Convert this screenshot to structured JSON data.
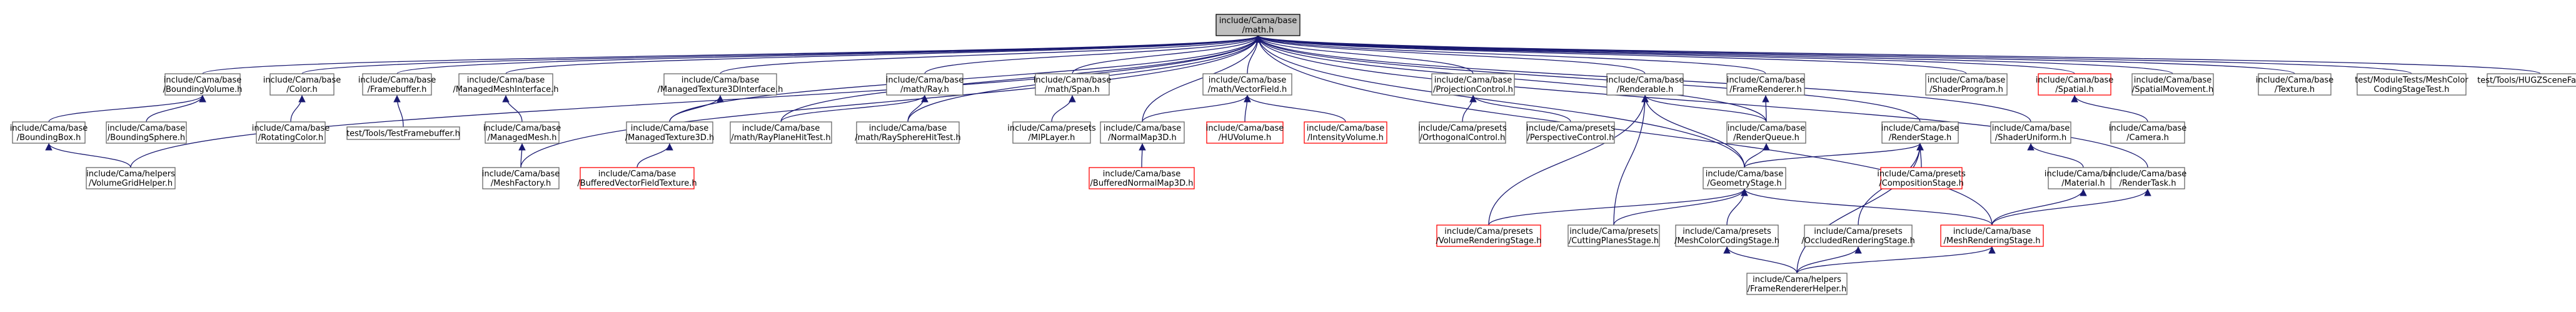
{
  "graph": {
    "colors": {
      "edge": "#191970",
      "root_fill": "#bfbfbf",
      "node_border": "#666666",
      "missing_border": "#ff0000"
    },
    "nodes": [
      {
        "id": "math",
        "lines": [
          "include/Cama/base",
          "/math.h"
        ],
        "style": "root"
      },
      {
        "id": "BoundingVolume",
        "lines": [
          "include/Cama/base",
          "/BoundingVolume.h"
        ],
        "style": "normal"
      },
      {
        "id": "Color",
        "lines": [
          "include/Cama/base",
          "/Color.h"
        ],
        "style": "normal"
      },
      {
        "id": "Framebuffer",
        "lines": [
          "include/Cama/base",
          "/Framebuffer.h"
        ],
        "style": "normal"
      },
      {
        "id": "ManagedMeshInterface",
        "lines": [
          "include/Cama/base",
          "/ManagedMeshInterface.h"
        ],
        "style": "normal"
      },
      {
        "id": "ManagedTexture3DInterface",
        "lines": [
          "include/Cama/base",
          "/ManagedTexture3DInterface.h"
        ],
        "style": "normal"
      },
      {
        "id": "Ray",
        "lines": [
          "include/Cama/base",
          "/math/Ray.h"
        ],
        "style": "normal"
      },
      {
        "id": "Span",
        "lines": [
          "include/Cama/base",
          "/math/Span.h"
        ],
        "style": "normal"
      },
      {
        "id": "VectorField",
        "lines": [
          "include/Cama/base",
          "/math/VectorField.h"
        ],
        "style": "normal"
      },
      {
        "id": "ProjectionControl",
        "lines": [
          "include/Cama/base",
          "/ProjectionControl.h"
        ],
        "style": "normal"
      },
      {
        "id": "Renderable",
        "lines": [
          "include/Cama/base",
          "/Renderable.h"
        ],
        "style": "normal"
      },
      {
        "id": "FrameRenderer",
        "lines": [
          "include/Cama/base",
          "/FrameRenderer.h"
        ],
        "style": "normal"
      },
      {
        "id": "ShaderProgram",
        "lines": [
          "include/Cama/base",
          "/ShaderProgram.h"
        ],
        "style": "normal"
      },
      {
        "id": "Spatial",
        "lines": [
          "include/Cama/base",
          "/Spatial.h"
        ],
        "style": "missing"
      },
      {
        "id": "SpatialMovement",
        "lines": [
          "include/Cama/base",
          "/SpatialMovement.h"
        ],
        "style": "normal"
      },
      {
        "id": "Texture",
        "lines": [
          "include/Cama/base",
          "/Texture.h"
        ],
        "style": "normal"
      },
      {
        "id": "MeshColorCodingStageTest",
        "lines": [
          "test/ModuleTests/MeshColor",
          "CodingStageTest.h"
        ],
        "style": "normal"
      },
      {
        "id": "HUGZSceneFactory",
        "lines": [
          "test/Tools/HUGZSceneFactory.h"
        ],
        "style": "normal"
      },
      {
        "id": "BoundingBox",
        "lines": [
          "include/Cama/base",
          "/BoundingBox.h"
        ],
        "style": "normal"
      },
      {
        "id": "BoundingSphere",
        "lines": [
          "include/Cama/base",
          "/BoundingSphere.h"
        ],
        "style": "normal"
      },
      {
        "id": "RotatingColor",
        "lines": [
          "include/Cama/base",
          "/RotatingColor.h"
        ],
        "style": "normal"
      },
      {
        "id": "TestFramebuffer",
        "lines": [
          "test/Tools/TestFramebuffer.h"
        ],
        "style": "normal"
      },
      {
        "id": "ManagedMesh",
        "lines": [
          "include/Cama/base",
          "/ManagedMesh.h"
        ],
        "style": "normal"
      },
      {
        "id": "ManagedTexture3D",
        "lines": [
          "include/Cama/base",
          "/ManagedTexture3D.h"
        ],
        "style": "normal"
      },
      {
        "id": "RayPlaneHitTest",
        "lines": [
          "include/Cama/base",
          "/math/RayPlaneHitTest.h"
        ],
        "style": "normal"
      },
      {
        "id": "RaySphereHitTest",
        "lines": [
          "include/Cama/base",
          "/math/RaySphereHitTest.h"
        ],
        "style": "normal"
      },
      {
        "id": "MIPLayer",
        "lines": [
          "include/Cama/presets",
          "/MIPLayer.h"
        ],
        "style": "normal"
      },
      {
        "id": "NormalMap3D",
        "lines": [
          "include/Cama/base",
          "/NormalMap3D.h"
        ],
        "style": "normal"
      },
      {
        "id": "HUVolume",
        "lines": [
          "include/Cama/base",
          "/HUVolume.h"
        ],
        "style": "missing"
      },
      {
        "id": "IntensityVolume",
        "lines": [
          "include/Cama/base",
          "/IntensityVolume.h"
        ],
        "style": "missing"
      },
      {
        "id": "OrthogonalControl",
        "lines": [
          "include/Cama/presets",
          "/OrthogonalControl.h"
        ],
        "style": "normal"
      },
      {
        "id": "PerspectiveControl",
        "lines": [
          "include/Cama/presets",
          "/PerspectiveControl.h"
        ],
        "style": "normal"
      },
      {
        "id": "RenderQueue",
        "lines": [
          "include/Cama/base",
          "/RenderQueue.h"
        ],
        "style": "normal"
      },
      {
        "id": "RenderStage",
        "lines": [
          "include/Cama/base",
          "/RenderStage.h"
        ],
        "style": "normal"
      },
      {
        "id": "ShaderUniform",
        "lines": [
          "include/Cama/base",
          "/ShaderUniform.h"
        ],
        "style": "normal"
      },
      {
        "id": "Camera",
        "lines": [
          "include/Cama/base",
          "/Camera.h"
        ],
        "style": "normal"
      },
      {
        "id": "VolumeGridHelper",
        "lines": [
          "include/Cama/helpers",
          "/VolumeGridHelper.h"
        ],
        "style": "normal"
      },
      {
        "id": "MeshFactory",
        "lines": [
          "include/Cama/base",
          "/MeshFactory.h"
        ],
        "style": "normal"
      },
      {
        "id": "BufferedVectorFieldTexture",
        "lines": [
          "include/Cama/base",
          "/BufferedVectorFieldTexture.h"
        ],
        "style": "missing"
      },
      {
        "id": "BufferedNormalMap3D",
        "lines": [
          "include/Cama/base",
          "/BufferedNormalMap3D.h"
        ],
        "style": "missing"
      },
      {
        "id": "GeometryStage",
        "lines": [
          "include/Cama/base",
          "/GeometryStage.h"
        ],
        "style": "normal"
      },
      {
        "id": "CompositionStage",
        "lines": [
          "include/Cama/presets",
          "/CompositionStage.h"
        ],
        "style": "missing"
      },
      {
        "id": "Material",
        "lines": [
          "include/Cama/base",
          "/Material.h"
        ],
        "style": "normal"
      },
      {
        "id": "RenderTask",
        "lines": [
          "include/Cama/base",
          "/RenderTask.h"
        ],
        "style": "normal"
      },
      {
        "id": "VolumeRenderingStage",
        "lines": [
          "include/Cama/presets",
          "/VolumeRenderingStage.h"
        ],
        "style": "missing"
      },
      {
        "id": "CuttingPlanesStage",
        "lines": [
          "include/Cama/presets",
          "/CuttingPlanesStage.h"
        ],
        "style": "normal"
      },
      {
        "id": "MeshColorCodingStage",
        "lines": [
          "include/Cama/presets",
          "/MeshColorCodingStage.h"
        ],
        "style": "normal"
      },
      {
        "id": "OccludedRenderingStage",
        "lines": [
          "include/Cama/presets",
          "/OccludedRenderingStage.h"
        ],
        "style": "normal"
      },
      {
        "id": "MeshRenderingStage",
        "lines": [
          "include/Cama/base",
          "/MeshRenderingStage.h"
        ],
        "style": "missing"
      },
      {
        "id": "FrameRendererHelper",
        "lines": [
          "include/Cama/helpers",
          "/FrameRendererHelper.h"
        ],
        "style": "normal"
      }
    ],
    "edges": [
      [
        "math",
        "BoundingVolume"
      ],
      [
        "math",
        "Color"
      ],
      [
        "math",
        "Framebuffer"
      ],
      [
        "math",
        "ManagedMeshInterface"
      ],
      [
        "math",
        "ManagedTexture3DInterface"
      ],
      [
        "math",
        "Ray"
      ],
      [
        "math",
        "Span"
      ],
      [
        "math",
        "VectorField"
      ],
      [
        "math",
        "ProjectionControl"
      ],
      [
        "math",
        "Renderable"
      ],
      [
        "math",
        "FrameRenderer"
      ],
      [
        "math",
        "ShaderProgram"
      ],
      [
        "math",
        "Spatial"
      ],
      [
        "math",
        "SpatialMovement"
      ],
      [
        "math",
        "Texture"
      ],
      [
        "math",
        "MeshColorCodingStageTest"
      ],
      [
        "math",
        "HUGZSceneFactory"
      ],
      [
        "math",
        "VolumeGridHelper"
      ],
      [
        "math",
        "MeshFactory"
      ],
      [
        "math",
        "ManagedTexture3D"
      ],
      [
        "math",
        "RayPlaneHitTest"
      ],
      [
        "math",
        "RaySphereHitTest"
      ],
      [
        "math",
        "NormalMap3D"
      ],
      [
        "math",
        "RenderQueue"
      ],
      [
        "math",
        "GeometryStage"
      ],
      [
        "math",
        "RenderStage"
      ],
      [
        "math",
        "ShaderUniform"
      ],
      [
        "math",
        "RenderTask"
      ],
      [
        "math",
        "MeshRenderingStage"
      ],
      [
        "BoundingVolume",
        "BoundingBox"
      ],
      [
        "BoundingVolume",
        "BoundingSphere"
      ],
      [
        "BoundingBox",
        "VolumeGridHelper"
      ],
      [
        "Color",
        "RotatingColor"
      ],
      [
        "Framebuffer",
        "TestFramebuffer"
      ],
      [
        "ManagedMeshInterface",
        "ManagedMesh"
      ],
      [
        "ManagedMesh",
        "MeshFactory"
      ],
      [
        "ManagedTexture3DInterface",
        "ManagedTexture3D"
      ],
      [
        "ManagedTexture3D",
        "BufferedVectorFieldTexture"
      ],
      [
        "Ray",
        "RayPlaneHitTest"
      ],
      [
        "Ray",
        "RaySphereHitTest"
      ],
      [
        "Span",
        "MIPLayer"
      ],
      [
        "VectorField",
        "NormalMap3D"
      ],
      [
        "VectorField",
        "HUVolume"
      ],
      [
        "VectorField",
        "IntensityVolume"
      ],
      [
        "NormalMap3D",
        "BufferedNormalMap3D"
      ],
      [
        "ProjectionControl",
        "OrthogonalControl"
      ],
      [
        "ProjectionControl",
        "PerspectiveControl"
      ],
      [
        "Renderable",
        "RenderQueue"
      ],
      [
        "Renderable",
        "GeometryStage"
      ],
      [
        "Renderable",
        "VolumeRenderingStage"
      ],
      [
        "Renderable",
        "CuttingPlanesStage"
      ],
      [
        "FrameRenderer",
        "RenderQueue"
      ],
      [
        "RenderQueue",
        "GeometryStage"
      ],
      [
        "RenderStage",
        "GeometryStage"
      ],
      [
        "RenderStage",
        "CompositionStage"
      ],
      [
        "RenderStage",
        "OccludedRenderingStage"
      ],
      [
        "RenderStage",
        "FrameRendererHelper"
      ],
      [
        "GeometryStage",
        "VolumeRenderingStage"
      ],
      [
        "GeometryStage",
        "CuttingPlanesStage"
      ],
      [
        "GeometryStage",
        "MeshColorCodingStage"
      ],
      [
        "GeometryStage",
        "MeshRenderingStage"
      ],
      [
        "ShaderUniform",
        "Material"
      ],
      [
        "Material",
        "MeshRenderingStage"
      ],
      [
        "RenderTask",
        "MeshRenderingStage"
      ],
      [
        "Spatial",
        "Camera"
      ],
      [
        "MeshColorCodingStage",
        "FrameRendererHelper"
      ],
      [
        "OccludedRenderingStage",
        "FrameRendererHelper"
      ],
      [
        "MeshRenderingStage",
        "FrameRendererHelper"
      ]
    ]
  }
}
